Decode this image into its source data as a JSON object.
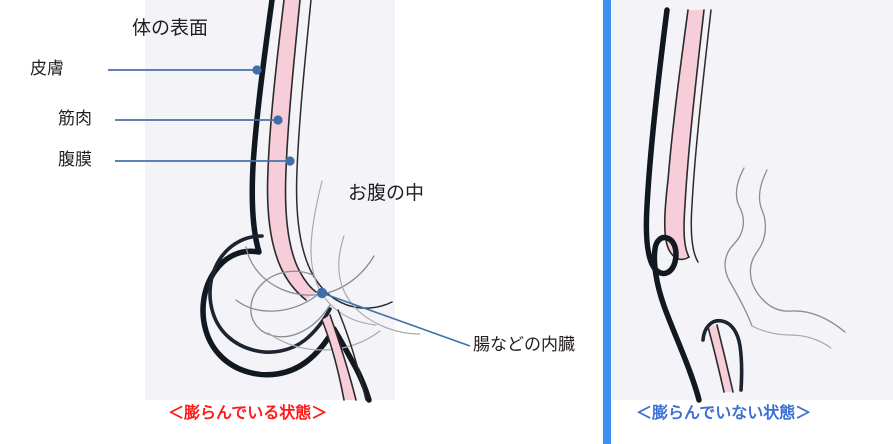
{
  "figure": {
    "title_text": "体の表面",
    "colors": {
      "skin_line": "#111820",
      "muscle_fill": "#f6cdd9",
      "peritoneum_line": "#2b2b2b",
      "intestine_line": "#8b8b92",
      "leader_line": "#4472a8",
      "panel_tint": "#f4f3f7",
      "divider_blue": "#3b8ff0",
      "caption_left": "#ff1a1a",
      "caption_right": "#3b6fd4"
    }
  },
  "left_panel": {
    "caption": "＜膨らんでいる状態＞",
    "labels": {
      "body_surface": "体の表面",
      "skin": "皮膚",
      "muscle": "筋肉",
      "peritoneum": "腹膜",
      "inside_abdomen": "お腹の中",
      "organs": "腸などの内臓"
    }
  },
  "right_panel": {
    "caption": "＜膨らんでいない状態＞"
  }
}
